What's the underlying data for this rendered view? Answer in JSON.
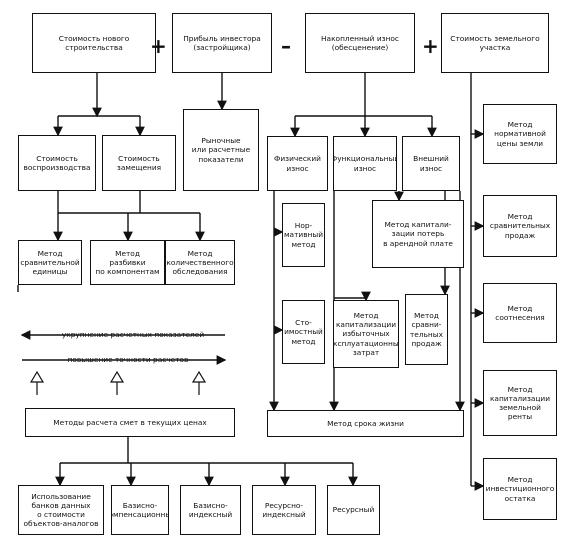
{
  "top": {
    "new_construction_cost": "Стоимость нового\nстроительства",
    "investor_profit": "Прибыль инвестора\n(застройщика)",
    "accumulated_wear": "Накопленный износ\n(обесценение)",
    "land_cost": "Стоимость земельного\nучастка"
  },
  "operators": {
    "plus1": "+",
    "minus": "–",
    "plus2": "+"
  },
  "cost": {
    "reproduction": "Стоимость\nвоспроизводства",
    "replacement": "Стоимость\nзамещения",
    "market_indicators": "Рыночные\nили расчетные\nпоказатели"
  },
  "wear": {
    "physical": "Физический\nизнос",
    "functional": "Функциональный\nизнос",
    "external": "Внешний\nизнос",
    "normative": "Нор-\nмативный\nметод",
    "cost_method": "Сто-\nимостный\nметод",
    "rent_loss_cap": "Метод капитали-\nзации потерь\nв арендной плате",
    "excess_op_costs": "Метод\nкапитализации\nизбыточных\nэксплуатационных\nзатрат",
    "comparative_sales_wear": "Метод\nсравни-\nтельных\nпродаж",
    "life_term": "Метод срока жизни"
  },
  "methods": {
    "comparative_unit": "Метод\nсравнительной\nединицы",
    "component_breakdown": "Метод\nразбивки\nпо компонентам",
    "quantity_survey": "Метод\nколичественного\nобследования",
    "coarsening": "укрупнение расчетных показателей",
    "precision": "повышение точности расчетов",
    "estimate_current_prices": "Методы расчета смет в текущих ценах"
  },
  "estimate": {
    "databank": "Использование\nбанков данных\nо стоимости\nобъектов-аналогов",
    "base_compensation": "Базисно-\nкомпенсационный",
    "base_index": "Базисно-\nиндексный",
    "resource_index": "Ресурсно-\nиндексный",
    "resource": "Ресурсный"
  },
  "land": {
    "normative_price": "Метод\nнормативной\nцены земли",
    "comparative_sales": "Метод\nсравнительных\nпродаж",
    "ratio": "Метод\nсоотнесения",
    "rent_cap": "Метод\nкапитализации\nземельной\nренты",
    "residual": "Метод\nинвестиционного\nостатка"
  }
}
